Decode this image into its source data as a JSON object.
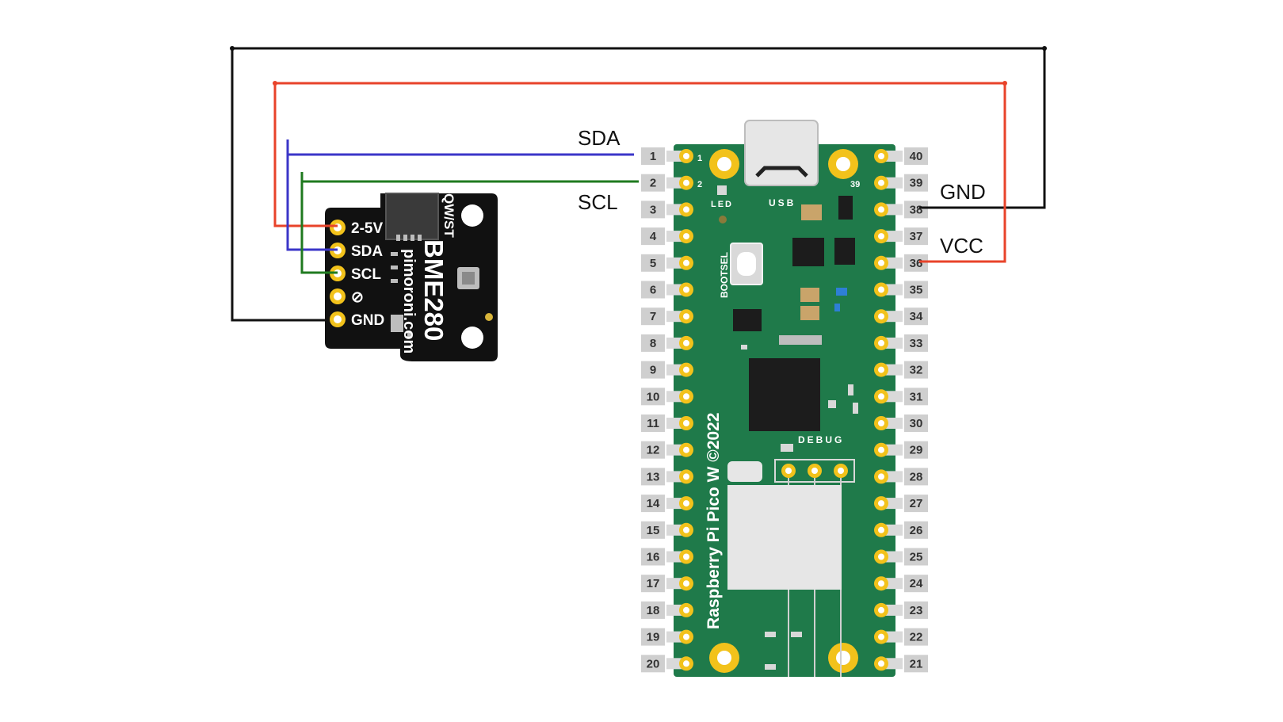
{
  "wires": {
    "sda_label": "SDA",
    "scl_label": "SCL",
    "gnd_label": "GND",
    "vcc_label": "VCC",
    "colors": {
      "gnd": "#111111",
      "vcc": "#e8432a",
      "sda": "#3b36c8",
      "scl": "#1f7a1f"
    }
  },
  "sensor": {
    "model": "BME280",
    "brand": "pimoroni.com",
    "connector_label": "QW/ST",
    "pins": [
      "2-5V",
      "SDA",
      "SCL",
      "⊘",
      "GND"
    ],
    "board_color": "#111111"
  },
  "pico": {
    "model_text": "Raspberry Pi Pico W ©2022",
    "usb_label": "USB",
    "led_label": "LED",
    "bootsel_label": "BOOTSEL",
    "debug_label": "DEBUG",
    "corner_pin_1": "1",
    "corner_pin_2": "2",
    "corner_pin_39": "39",
    "left_pins": [
      "1",
      "2",
      "3",
      "4",
      "5",
      "6",
      "7",
      "8",
      "9",
      "10",
      "11",
      "12",
      "13",
      "14",
      "15",
      "16",
      "17",
      "18",
      "19",
      "20"
    ],
    "right_pins": [
      "40",
      "39",
      "38",
      "37",
      "36",
      "35",
      "34",
      "33",
      "32",
      "31",
      "30",
      "29",
      "28",
      "27",
      "26",
      "25",
      "24",
      "23",
      "22",
      "21"
    ],
    "board_color": "#1f7a4a"
  }
}
